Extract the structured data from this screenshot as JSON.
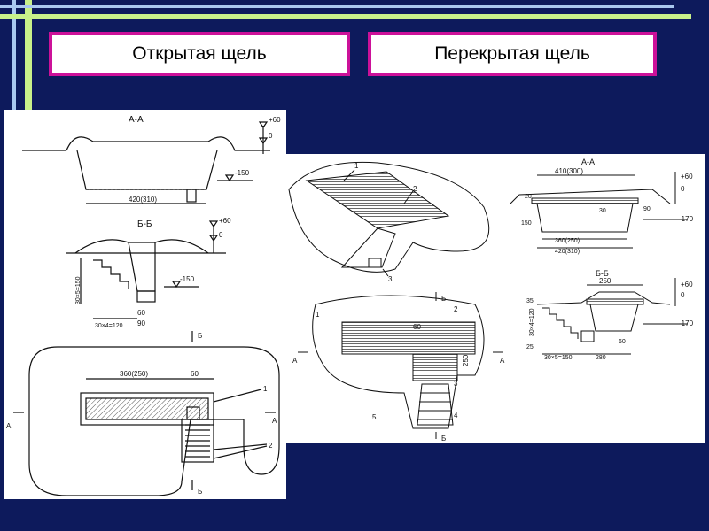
{
  "slide": {
    "title_left": "Открытая щель",
    "title_right": "Перекрытая щель",
    "colors": {
      "background": "#0d1a5c",
      "stripe_green": "#c8f08a",
      "stripe_blue": "#a9c8f0",
      "title_border": "#cc1199"
    }
  },
  "open_trench": {
    "section_aa": {
      "title": "А-А",
      "elev_top": "+60",
      "elev_zero": "0",
      "elev_bottom": "-150",
      "width": "420(310)"
    },
    "section_bb": {
      "title": "Б-Б",
      "elev_top": "+60",
      "elev_zero": "0",
      "elev_bottom": "-150",
      "steps_vertical": "30×5=150",
      "steps_horizontal": "30×4=120",
      "dim_60": "60",
      "dim_90": "90"
    },
    "plan": {
      "dim_length": "360(250)",
      "dim_60": "60",
      "label_b_top": "Б",
      "label_b_bottom": "Б",
      "label_a_left": "А",
      "label_a_right": "А",
      "callout_1": "1",
      "callout_2": "2"
    }
  },
  "covered_trench": {
    "iso": {
      "callout_1": "1",
      "callout_2": "2",
      "callout_3": "3"
    },
    "section_aa": {
      "title": "А-А",
      "dim_top": "410(300)",
      "dim_30": "30",
      "dim_90": "90",
      "dim_150": "150",
      "dim_360": "360(250)",
      "dim_420": "420(310)",
      "elev_top": "+60",
      "elev_zero": "0",
      "elev_bottom": "-170",
      "dim_left_top": "20"
    },
    "section_bb": {
      "title": "Б-Б",
      "dim_250": "250",
      "dim_35": "35",
      "steps_vertical": "30×4=120",
      "dim_25": "25",
      "steps_horizontal": "30×5=150",
      "dim_280": "280",
      "dim_60": "60",
      "elev_top": "+60",
      "elev_zero": "0",
      "elev_bottom": "-170"
    },
    "plan": {
      "label_b_top": "Б",
      "label_b_bottom": "Б",
      "label_a_left": "А",
      "label_a_right": "А",
      "dim_60": "60",
      "dim_250": "250",
      "callout_1": "1",
      "callout_2": "2",
      "callout_3": "3",
      "callout_4": "4",
      "callout_5": "5"
    }
  }
}
